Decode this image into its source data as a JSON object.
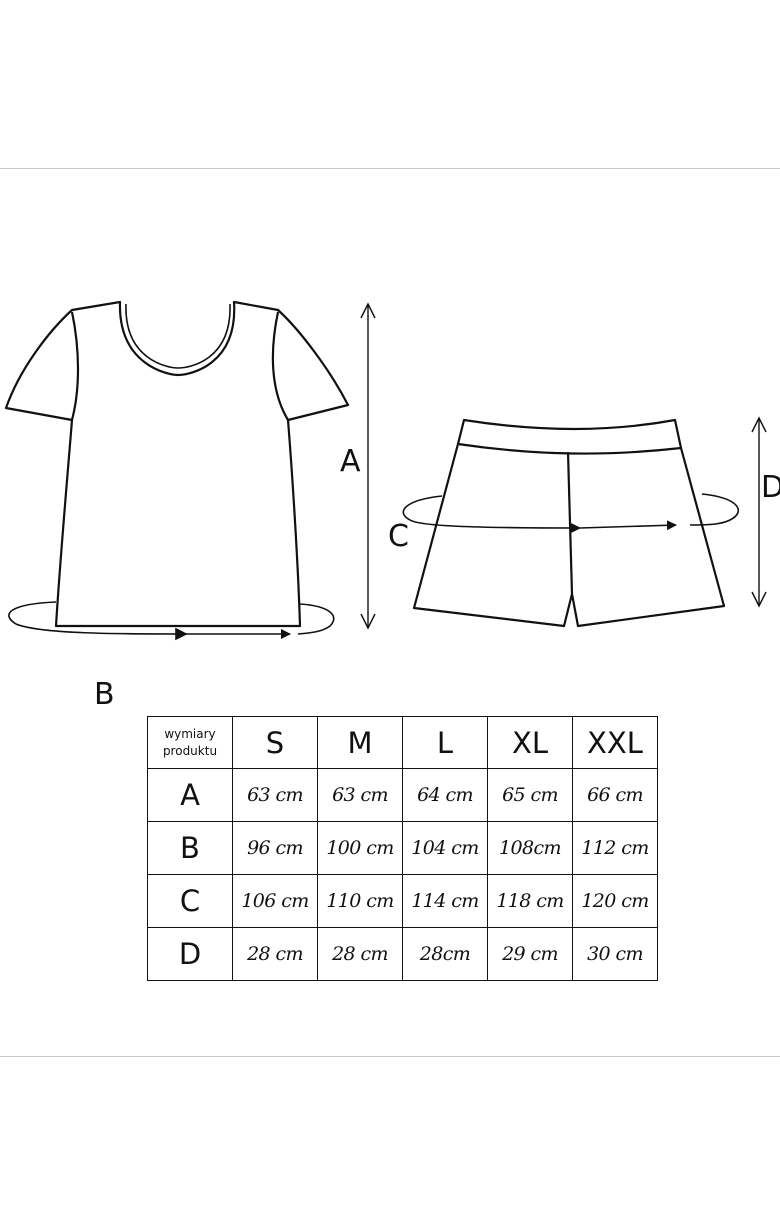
{
  "diagram": {
    "label_a": "A",
    "label_b": "B",
    "label_c": "C",
    "label_d": "D"
  },
  "table": {
    "corner_line1": "wymiary",
    "corner_line2": "produktu",
    "sizes": [
      "S",
      "M",
      "L",
      "XL",
      "XXL"
    ],
    "rows": [
      {
        "label": "A",
        "values": [
          "63 cm",
          "63 cm",
          "64 cm",
          "65 cm",
          "66 cm"
        ]
      },
      {
        "label": "B",
        "values": [
          "96 cm",
          "100 cm",
          "104 cm",
          "108cm",
          "112 cm"
        ]
      },
      {
        "label": "C",
        "values": [
          "106 cm",
          "110 cm",
          "114 cm",
          "118 cm",
          "120 cm"
        ]
      },
      {
        "label": "D",
        "values": [
          "28 cm",
          "28 cm",
          "28cm",
          "29 cm",
          "30 cm"
        ]
      }
    ]
  },
  "colors": {
    "line": "#111111",
    "divider": "#c8c8c8",
    "background": "#ffffff"
  }
}
